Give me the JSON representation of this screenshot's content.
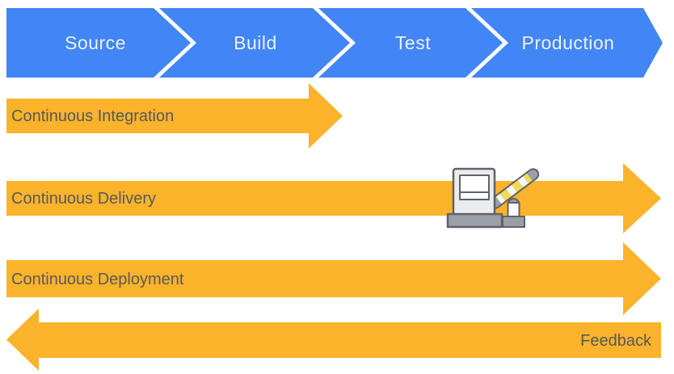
{
  "diagram": {
    "stages": [
      {
        "label": "Source"
      },
      {
        "label": "Build"
      },
      {
        "label": "Test"
      },
      {
        "label": "Production"
      }
    ],
    "arrows": [
      {
        "label": "Continuous Integration",
        "direction": "right",
        "spans": "Source to Build"
      },
      {
        "label": "Continuous Delivery",
        "direction": "right",
        "spans": "Source to Production"
      },
      {
        "label": "Continuous Deployment",
        "direction": "right",
        "spans": "Source to Production"
      },
      {
        "label": "Feedback",
        "direction": "left",
        "spans": "Production to Source"
      }
    ],
    "icons": [
      {
        "name": "toll-gate-icon"
      }
    ],
    "colors": {
      "background": "#FFFFFF",
      "stage_fill": "#4285F4",
      "stage_text": "#EAF2FE",
      "arrow_fill": "#FBB32C",
      "arrow_text": "#58595B",
      "icon_outline": "#5F6368",
      "icon_body": "#EBECEE",
      "icon_metal": "#9AA0A6",
      "icon_window": "#FFFFFF",
      "icon_stripe": "#EFD95F"
    }
  }
}
